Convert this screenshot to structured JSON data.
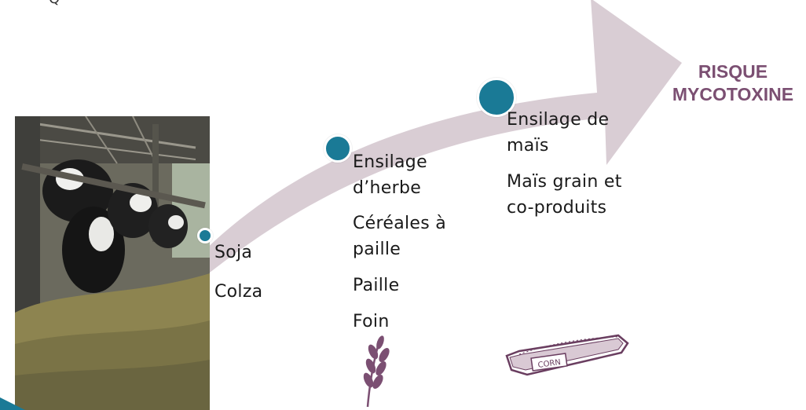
{
  "corner_text": "Q",
  "risk_label": "RISQUE\nMYCOTOXINE",
  "stages": [
    {
      "items": [
        "Soja",
        "Colza"
      ]
    },
    {
      "items": [
        "Ensilage\nd’herbe",
        "Céréales à\npaille",
        "Paille",
        "Foin"
      ]
    },
    {
      "items": [
        "Ensilage de\nmaïs",
        "Maïs grain et\nco-produits"
      ]
    }
  ],
  "icons": {
    "photo": "cows-feeding-photo",
    "wheat": "wheat-ear-icon",
    "corn": "corn-sack-icon"
  },
  "corn_sack_label": "CORN",
  "colors": {
    "arrow": "#d9cdd4",
    "dot": "#1a7a96",
    "risk_text": "#7b4f72",
    "icon": "#7b4f72"
  }
}
